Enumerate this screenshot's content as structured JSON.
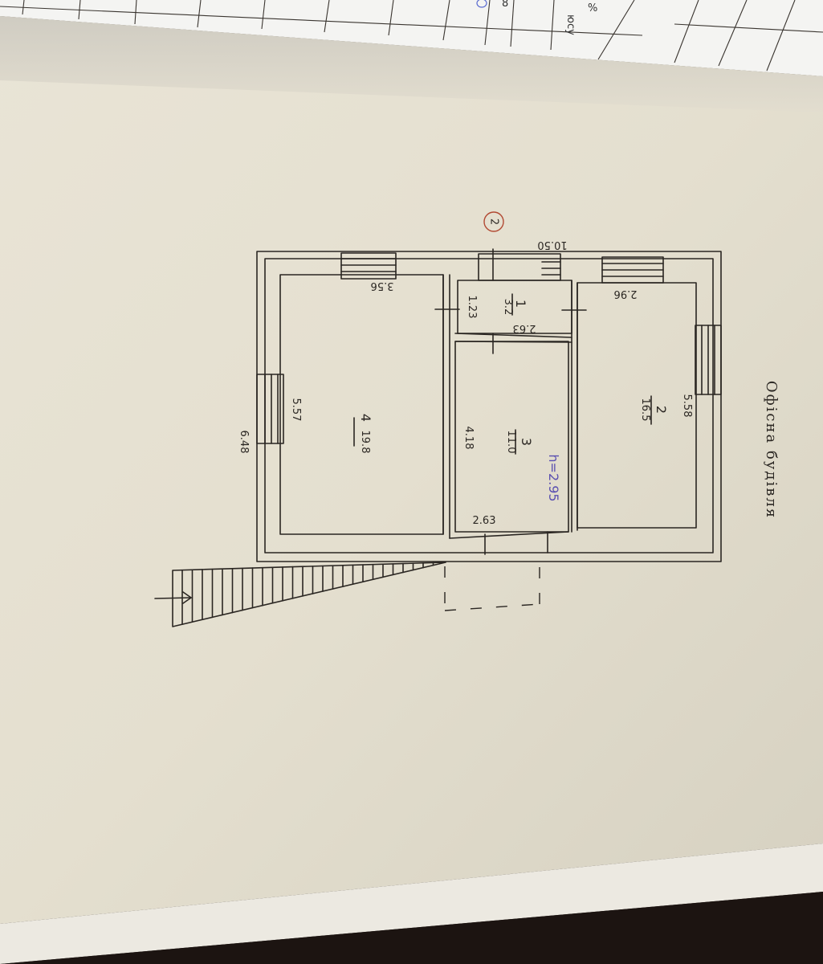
{
  "top_sheet": {
    "text_1": "%",
    "text_2": "юсу",
    "text_3": "8"
  },
  "plan": {
    "title": "Офісна будівля",
    "circle_number": "2",
    "overall_length": "10.50",
    "overall_width": "6.48",
    "ceiling_height": "h=2.95",
    "rooms": [
      {
        "number": "1",
        "area": "3.2",
        "length": "2.63",
        "width": "1.23"
      },
      {
        "number": "2",
        "area": "16.5",
        "length": "5.58",
        "width": "2.96"
      },
      {
        "number": "3",
        "area": "11.0",
        "length": "4.18",
        "width": "2.63"
      },
      {
        "number": "4",
        "area": "19.8",
        "length": "5.57",
        "width": "3.56"
      }
    ]
  }
}
